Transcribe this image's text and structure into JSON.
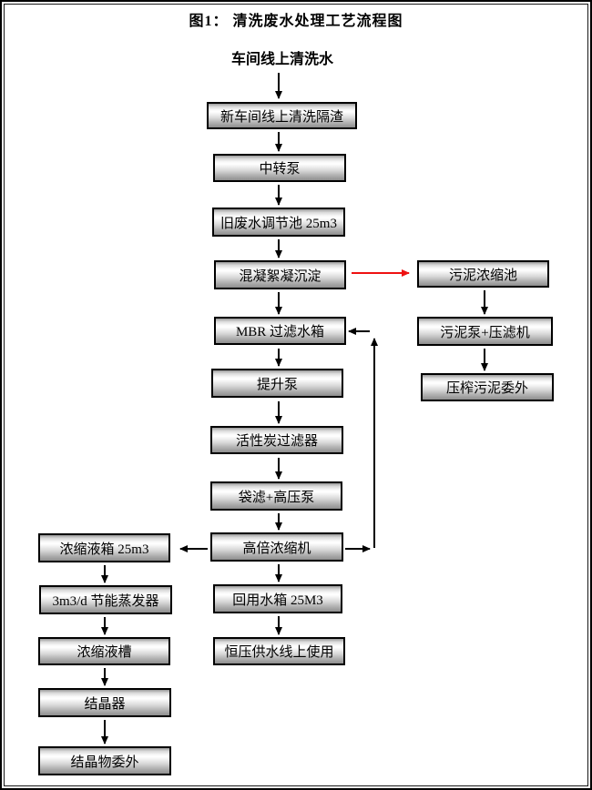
{
  "page": {
    "title": "图1： 清洗废水处理工艺流程图",
    "source_label": "车间线上清洗水"
  },
  "colors": {
    "arrow_black": "#000000",
    "arrow_red": "#ee1111",
    "box_border": "#000000",
    "box_fill_light": "#ffffff",
    "box_fill_dark": "#8e8e8e",
    "page_background": "#ffffff"
  },
  "nodes": {
    "main": [
      "新车间线上清洗隔渣",
      "中转泵",
      "旧废水调节池 25m3",
      "混凝絮凝沉淀",
      "MBR 过滤水箱",
      "提升泵",
      "活性炭过滤器",
      "袋滤+高压泵",
      "高倍浓缩机",
      "回用水箱 25M3",
      "恒压供水线上使用"
    ],
    "sludge": [
      "污泥浓缩池",
      "污泥泵+压滤机",
      "压榨污泥委外"
    ],
    "concentrate": [
      "浓缩液箱 25m3",
      "3m3/d 节能蒸发器",
      "浓缩液槽",
      "结晶器",
      "结晶物委外"
    ]
  },
  "edges": [
    {
      "from": "车间线上清洗水",
      "to": "新车间线上清洗隔渣",
      "color": "black"
    },
    {
      "from": "新车间线上清洗隔渣",
      "to": "中转泵",
      "color": "black"
    },
    {
      "from": "中转泵",
      "to": "旧废水调节池 25m3",
      "color": "black"
    },
    {
      "from": "旧废水调节池 25m3",
      "to": "混凝絮凝沉淀",
      "color": "black"
    },
    {
      "from": "混凝絮凝沉淀",
      "to": "污泥浓缩池",
      "color": "red"
    },
    {
      "from": "混凝絮凝沉淀",
      "to": "MBR 过滤水箱",
      "color": "black"
    },
    {
      "from": "MBR 过滤水箱",
      "to": "提升泵",
      "color": "black"
    },
    {
      "from": "提升泵",
      "to": "活性炭过滤器",
      "color": "black"
    },
    {
      "from": "活性炭过滤器",
      "to": "袋滤+高压泵",
      "color": "black"
    },
    {
      "from": "袋滤+高压泵",
      "to": "高倍浓缩机",
      "color": "black"
    },
    {
      "from": "高倍浓缩机",
      "to": "浓缩液箱 25m3",
      "color": "black"
    },
    {
      "from": "高倍浓缩机",
      "to": "MBR 过滤水箱",
      "color": "black"
    },
    {
      "from": "高倍浓缩机",
      "to": "回用水箱 25M3",
      "color": "black"
    },
    {
      "from": "回用水箱 25M3",
      "to": "恒压供水线上使用",
      "color": "black"
    },
    {
      "from": "污泥浓缩池",
      "to": "污泥泵+压滤机",
      "color": "black"
    },
    {
      "from": "污泥泵+压滤机",
      "to": "压榨污泥委外",
      "color": "black"
    },
    {
      "from": "浓缩液箱 25m3",
      "to": "3m3/d 节能蒸发器",
      "color": "black"
    },
    {
      "from": "3m3/d 节能蒸发器",
      "to": "浓缩液槽",
      "color": "black"
    },
    {
      "from": "浓缩液槽",
      "to": "结晶器",
      "color": "black"
    },
    {
      "from": "结晶器",
      "to": "结晶物委外",
      "color": "black"
    }
  ]
}
